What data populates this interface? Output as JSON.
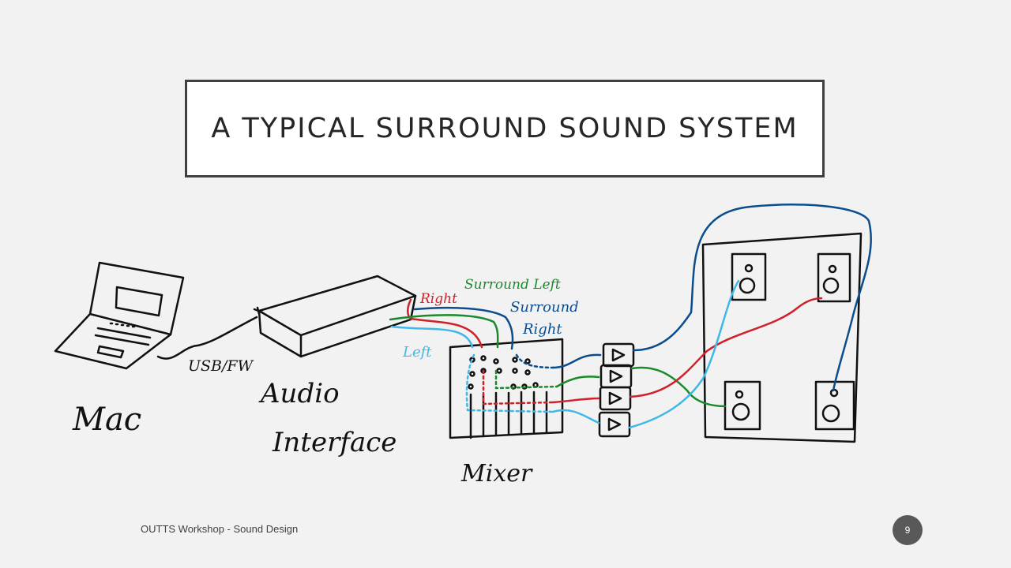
{
  "slide": {
    "title": "A TYPICAL SURROUND SOUND SYSTEM",
    "footer": "OUTTS Workshop - Sound Design",
    "page_number": "9"
  },
  "diagram": {
    "labels": {
      "mac": "Mac",
      "usb": "USB/FW",
      "audio": "Audio",
      "interface": "Interface",
      "mixer": "Mixer",
      "right": "Right",
      "surround_left": "Surround Left",
      "surround": "Surround",
      "surround_right_word": "Right",
      "left": "Left"
    },
    "colors": {
      "ink": "#111111",
      "red": "#d0202a",
      "green": "#1a8a2a",
      "dark_blue": "#0b4d8c",
      "light_blue": "#3fb8e8"
    }
  }
}
